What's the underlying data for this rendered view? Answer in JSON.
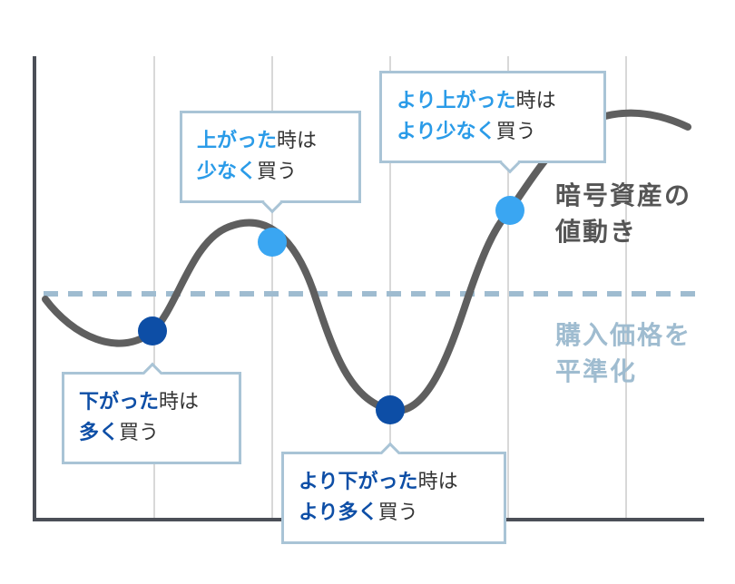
{
  "labels": {
    "curve_line1": "暗号資産の",
    "curve_line2": "値動き",
    "avg_line1": "購入価格を",
    "avg_line2": "平準化"
  },
  "callouts": [
    {
      "id": "buy-more-low",
      "line1": [
        {
          "text": "下がった",
          "style": "dark"
        },
        {
          "text": "時は",
          "style": "plain"
        }
      ],
      "line2": [
        {
          "text": "多く",
          "style": "dark"
        },
        {
          "text": "買う",
          "style": "plain"
        }
      ]
    },
    {
      "id": "buy-less-high",
      "line1": [
        {
          "text": "上がった",
          "style": "bright"
        },
        {
          "text": "時は",
          "style": "plain"
        }
      ],
      "line2": [
        {
          "text": "少なく",
          "style": "bright"
        },
        {
          "text": "買う",
          "style": "plain"
        }
      ]
    },
    {
      "id": "buy-much-more-lower",
      "line1": [
        {
          "text": "より下がった",
          "style": "dark"
        },
        {
          "text": "時は",
          "style": "plain"
        }
      ],
      "line2": [
        {
          "text": "より多く",
          "style": "dark"
        },
        {
          "text": "買う",
          "style": "plain"
        }
      ]
    },
    {
      "id": "buy-much-less-higher",
      "line1": [
        {
          "text": "より上がった",
          "style": "bright"
        },
        {
          "text": "時は",
          "style": "plain"
        }
      ],
      "line2": [
        {
          "text": "より少なく",
          "style": "bright"
        },
        {
          "text": "買う",
          "style": "plain"
        }
      ]
    }
  ],
  "colors": {
    "curve": "#5f5f5f",
    "average_line": "#9fbcd0",
    "grid": "#d8d8d8",
    "axis": "#4b4f57",
    "point_low": "#0d4ea6",
    "point_high": "#3aa6f2",
    "callout_border": "#a9c4d6"
  }
}
